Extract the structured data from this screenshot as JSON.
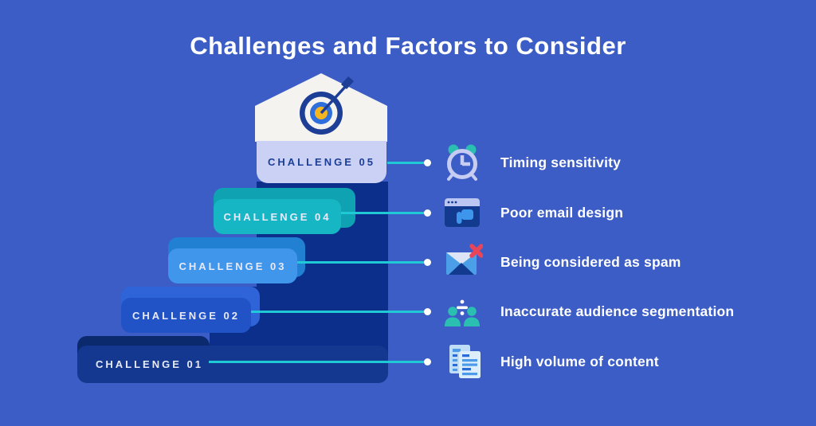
{
  "title": "Challenges and Factors to Consider",
  "staircase": {
    "goal_icon": "target-arrow-icon",
    "steps": [
      {
        "id": "01",
        "label": "CHALLENGE 01"
      },
      {
        "id": "02",
        "label": "CHALLENGE 02"
      },
      {
        "id": "03",
        "label": "CHALLENGE 03"
      },
      {
        "id": "04",
        "label": "CHALLENGE 04"
      },
      {
        "id": "05",
        "label": "CHALLENGE 05"
      }
    ]
  },
  "factors": [
    {
      "icon": "alarm-clock-icon",
      "label": "Timing sensitivity"
    },
    {
      "icon": "browser-thumbs-down-icon",
      "label": "Poor email design"
    },
    {
      "icon": "envelope-error-icon",
      "label": "Being considered as spam"
    },
    {
      "icon": "audience-segmentation-icon",
      "label": "Inaccurate audience segmentation"
    },
    {
      "icon": "documents-stack-icon",
      "label": "High volume of content"
    }
  ],
  "colors": {
    "background": "#3C5DC5",
    "stair_shadow_navy": "#0D2F8C",
    "step1_body": "#143890",
    "step1_back": "#0B2A6E",
    "step2_body": "#2153C6",
    "step2_back": "#2E64D8",
    "step3_body": "#3F96EA",
    "step3_back": "#2180D2",
    "step4_body": "#16B6C4",
    "step4_back": "#0FA2B2",
    "step5_body": "#CBD1F5",
    "step5_text": "#1C3E96",
    "house_white": "#F5F3EF",
    "connector_teal": "#1FC9D5",
    "accent_teal": "#2BBFB1",
    "accent_yellow": "#F4B51E",
    "accent_red": "#E8445A",
    "label_text": "#FFFFFF"
  }
}
